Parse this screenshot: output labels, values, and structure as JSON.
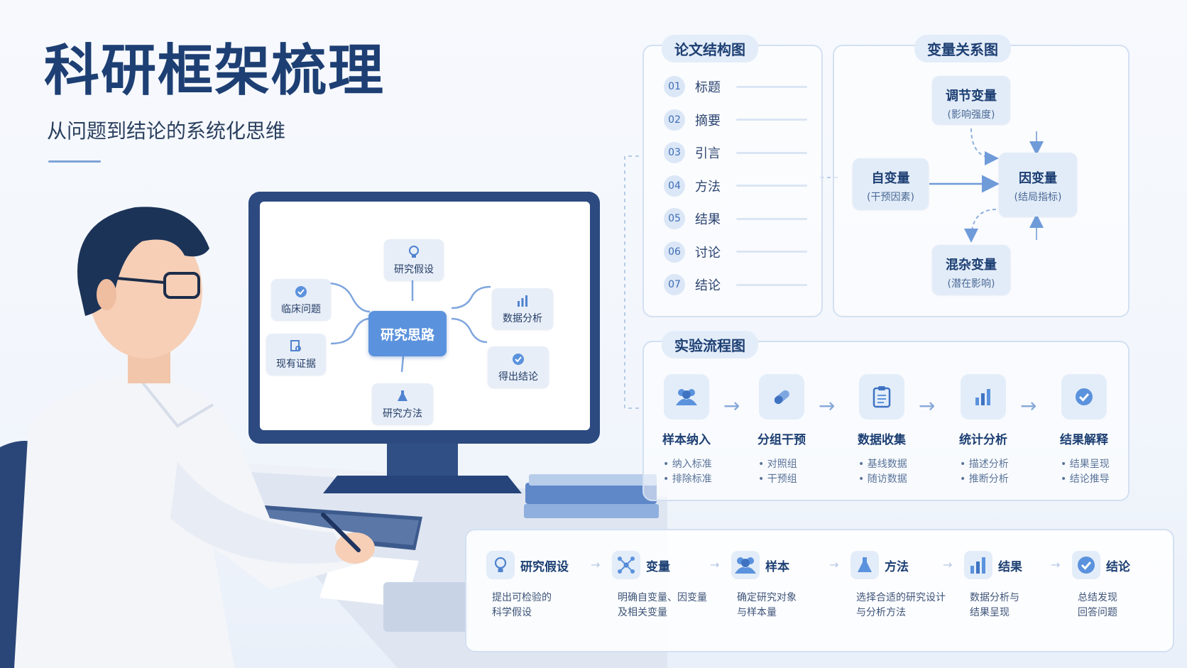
{
  "header": {
    "title": "科研框架梳理",
    "subtitle": "从问题到结论的系统化思维"
  },
  "structure": {
    "tag": "论文结构图",
    "items": [
      {
        "num": "01",
        "label": "标题"
      },
      {
        "num": "02",
        "label": "摘要"
      },
      {
        "num": "03",
        "label": "引言"
      },
      {
        "num": "04",
        "label": "方法"
      },
      {
        "num": "05",
        "label": "结果"
      },
      {
        "num": "06",
        "label": "讨论"
      },
      {
        "num": "07",
        "label": "结论"
      }
    ]
  },
  "variables": {
    "tag": "变量关系图",
    "moderator": {
      "name": "调节变量",
      "note": "(影响强度)"
    },
    "independent": {
      "name": "自变量",
      "note": "(干预因素)"
    },
    "dependent": {
      "name": "因变量",
      "note": "(结局指标)"
    },
    "confounder": {
      "name": "混杂变量",
      "note": "(潜在影响)"
    }
  },
  "process": {
    "tag": "实验流程图",
    "steps": [
      {
        "title": "样本纳入",
        "icon": "people-icon",
        "bullets": [
          "纳入标准",
          "排除标准"
        ]
      },
      {
        "title": "分组干预",
        "icon": "pill-icon",
        "bullets": [
          "对照组",
          "干预组"
        ]
      },
      {
        "title": "数据收集",
        "icon": "clipboard-icon",
        "bullets": [
          "基线数据",
          "随访数据"
        ]
      },
      {
        "title": "统计分析",
        "icon": "bar-chart-icon",
        "bullets": [
          "描述分析",
          "推断分析"
        ]
      },
      {
        "title": "结果解释",
        "icon": "check-circle-icon",
        "bullets": [
          "结果呈现",
          "结论推导"
        ]
      }
    ]
  },
  "summary": [
    {
      "title": "研究假设",
      "icon": "lightbulb-icon",
      "desc": [
        "提出可检验的",
        "科学假设"
      ]
    },
    {
      "title": "变量",
      "icon": "network-icon",
      "desc": [
        "明确自变量、因变量",
        "及相关变量"
      ]
    },
    {
      "title": "样本",
      "icon": "people-icon",
      "desc": [
        "确定研究对象",
        "与样本量"
      ]
    },
    {
      "title": "方法",
      "icon": "flask-icon",
      "desc": [
        "选择合适的研究设计",
        "与分析方法"
      ]
    },
    {
      "title": "结果",
      "icon": "bar-chart-icon",
      "desc": [
        "数据分析与",
        "结果呈现"
      ]
    },
    {
      "title": "结论",
      "icon": "check-circle-icon",
      "desc": [
        "总结发现",
        "回答问题"
      ]
    }
  ],
  "mindmap": {
    "center": "研究思路",
    "nodes": {
      "hypothesis": "研究假设",
      "clinical": "临床问题",
      "evidence": "现有证据",
      "data": "数据分析",
      "conclusion": "得出结论",
      "method": "研究方法"
    }
  },
  "colors": {
    "primary": "#1d3f73",
    "accent": "#5b92dd",
    "panel_border": "#d3e0f2",
    "tag_bg": "#e3edf9"
  }
}
